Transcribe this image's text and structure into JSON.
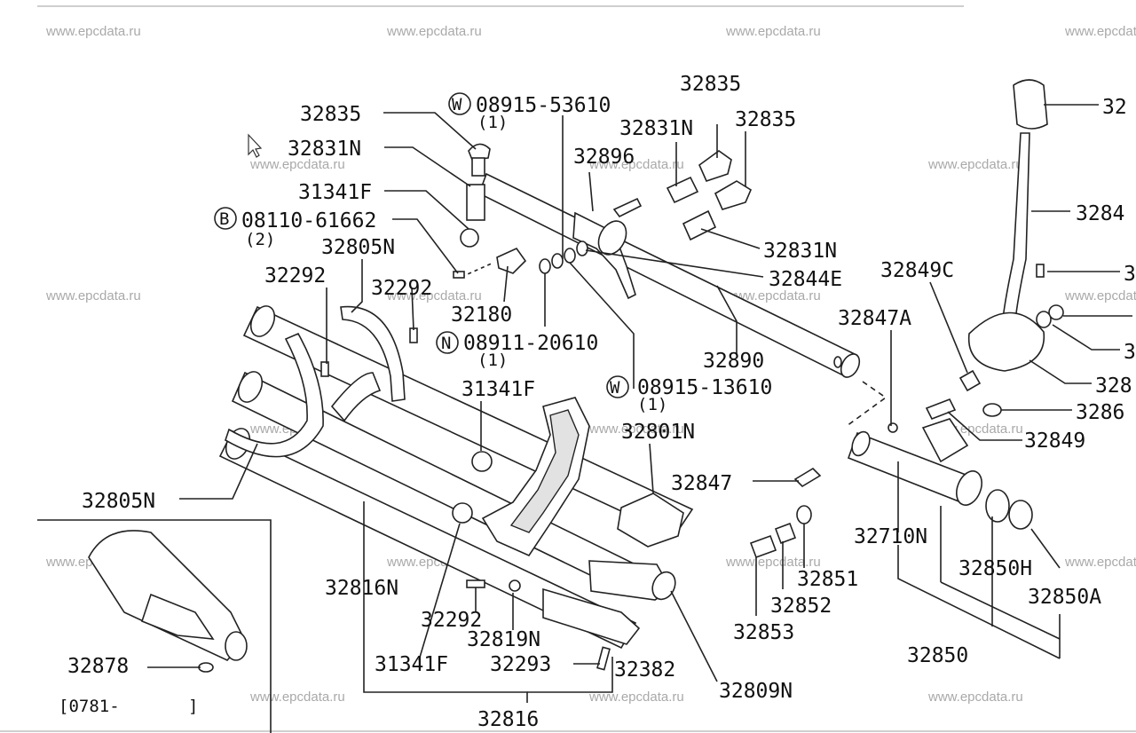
{
  "watermark": "www.epcdata.ru",
  "labels": [
    {
      "id": "l1",
      "text": "32835"
    },
    {
      "id": "l2",
      "text": "32831N"
    },
    {
      "id": "l3",
      "text": "31341F"
    },
    {
      "id": "l4",
      "text": "08110-61662"
    },
    {
      "id": "l5",
      "text": "(2)"
    },
    {
      "id": "l6",
      "text": "32805N"
    },
    {
      "id": "l7",
      "text": "32292"
    },
    {
      "id": "l8",
      "text": "32292"
    },
    {
      "id": "l9",
      "text": "08915-53610"
    },
    {
      "id": "l10",
      "text": "(1)"
    },
    {
      "id": "l11",
      "text": "32896"
    },
    {
      "id": "l12",
      "text": "32835"
    },
    {
      "id": "l13",
      "text": "32831N"
    },
    {
      "id": "l14",
      "text": "32835"
    },
    {
      "id": "l15",
      "text": "32831N"
    },
    {
      "id": "l16",
      "text": "32844E"
    },
    {
      "id": "l17",
      "text": "32180"
    },
    {
      "id": "l18",
      "text": "08911-20610"
    },
    {
      "id": "l19",
      "text": "(1)"
    },
    {
      "id": "l20",
      "text": "31341F"
    },
    {
      "id": "l21",
      "text": "32890"
    },
    {
      "id": "l22",
      "text": "08915-13610"
    },
    {
      "id": "l23",
      "text": "(1)"
    },
    {
      "id": "l24",
      "text": "32801N"
    },
    {
      "id": "l25",
      "text": "32847"
    },
    {
      "id": "l26",
      "text": "32805N"
    },
    {
      "id": "l27",
      "text": "32816N"
    },
    {
      "id": "l28",
      "text": "32292"
    },
    {
      "id": "l29",
      "text": "32819N"
    },
    {
      "id": "l30",
      "text": "31341F"
    },
    {
      "id": "l31",
      "text": "32293"
    },
    {
      "id": "l32",
      "text": "32382"
    },
    {
      "id": "l33",
      "text": "32809N"
    },
    {
      "id": "l34",
      "text": "32816"
    },
    {
      "id": "l35",
      "text": "32878"
    },
    {
      "id": "l36",
      "text": "[0781-"
    },
    {
      "id": "l37",
      "text": "]"
    },
    {
      "id": "l38",
      "text": "32853"
    },
    {
      "id": "l39",
      "text": "32852"
    },
    {
      "id": "l40",
      "text": "32851"
    },
    {
      "id": "l41",
      "text": "32710N"
    },
    {
      "id": "l42",
      "text": "32850"
    },
    {
      "id": "l43",
      "text": "32850H"
    },
    {
      "id": "l44",
      "text": "32850A"
    },
    {
      "id": "l45",
      "text": "32849C"
    },
    {
      "id": "l46",
      "text": "32847A"
    },
    {
      "id": "l47",
      "text": "32849"
    },
    {
      "id": "l48",
      "text": "32"
    },
    {
      "id": "l49",
      "text": "3284"
    },
    {
      "id": "l50",
      "text": "3"
    },
    {
      "id": "l51",
      "text": "3"
    },
    {
      "id": "l52",
      "text": "328"
    },
    {
      "id": "l53",
      "text": "3286"
    }
  ],
  "callout_letters": {
    "w1": "W",
    "b1": "B",
    "n1": "N",
    "w2": "W"
  }
}
